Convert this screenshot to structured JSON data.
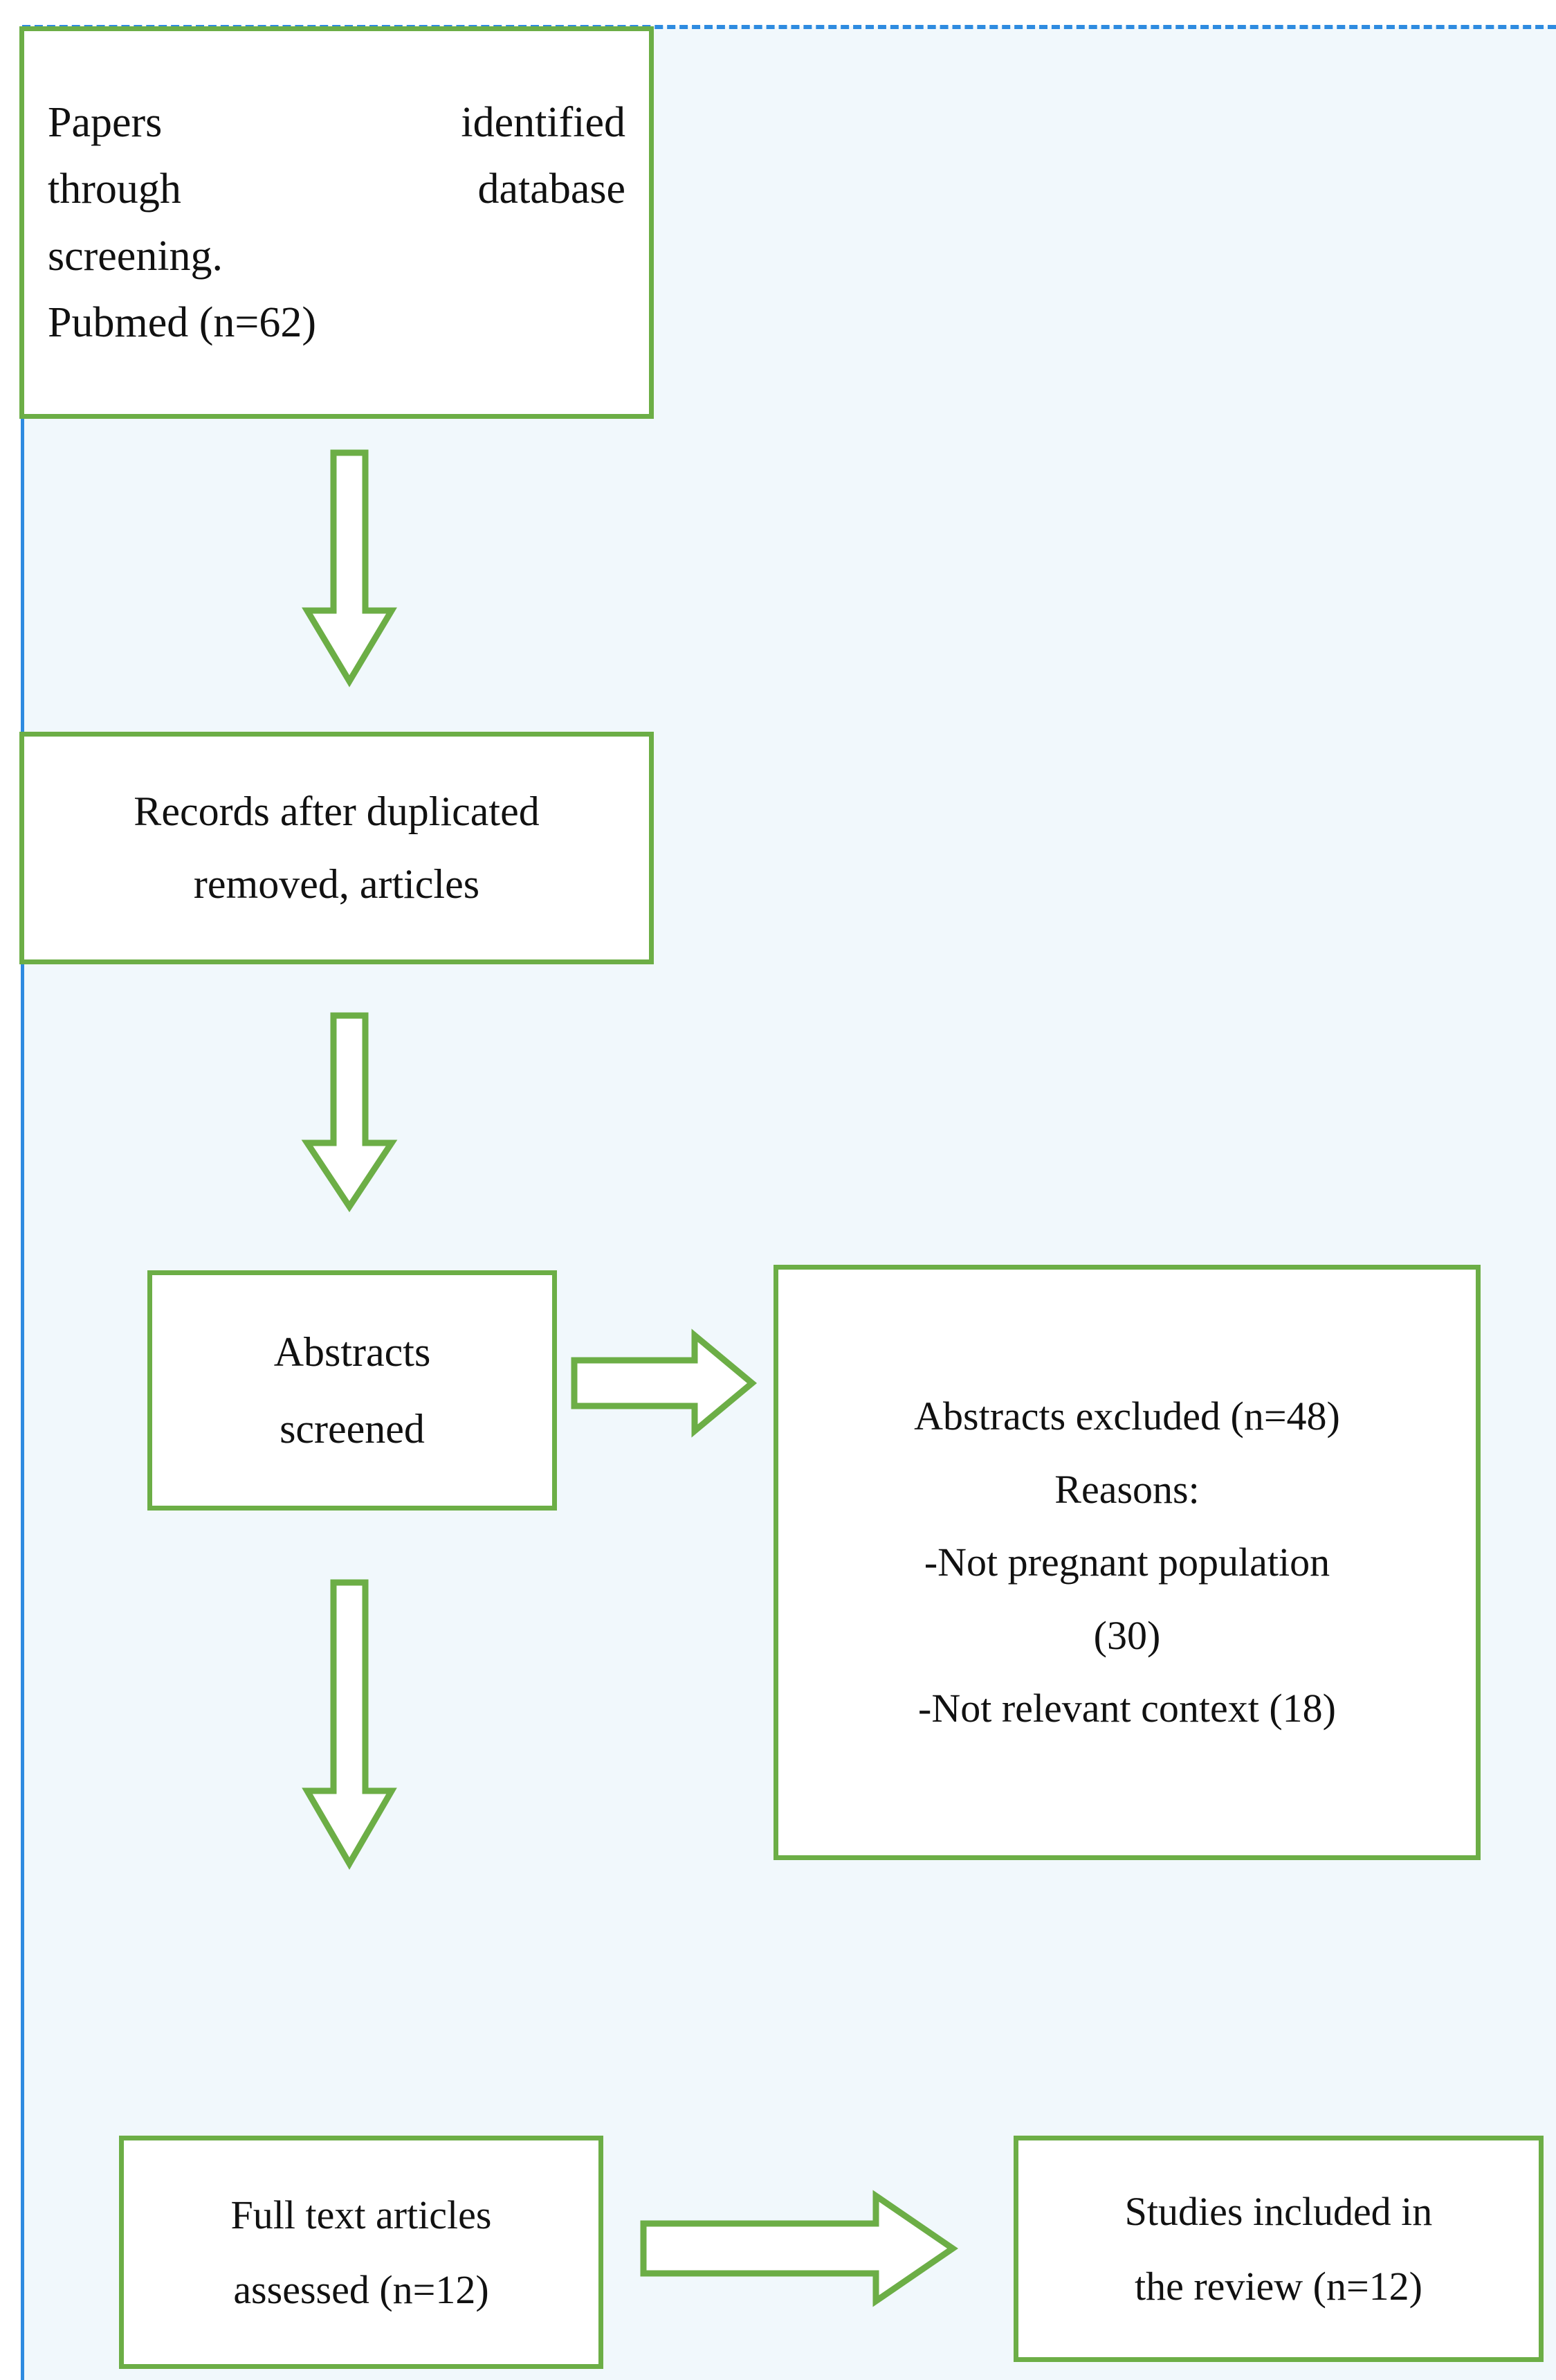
{
  "diagram": {
    "title": "PRISMA study selection flow diagram",
    "colors": {
      "box_border": "#6CAE46",
      "box_fill": "#FFFFFF",
      "arrow_stroke": "#6CAE46",
      "arrow_fill": "#FFFFFF",
      "page_background": "#F1F8FC",
      "margin_rule": "#2E8BE0",
      "text": "#111111"
    },
    "nodes": {
      "identified": {
        "name": "papers-identified-box",
        "lines": [
          "Papers identified",
          "through database",
          "screening.",
          "Pubmed (n=62)"
        ],
        "count": "n=62",
        "source": "Pubmed"
      },
      "dedup": {
        "name": "records-after-duplicates-box",
        "lines": [
          "Records after duplicated",
          "removed, articles"
        ]
      },
      "screened": {
        "name": "abstracts-screened-box",
        "lines": [
          "Abstracts",
          "screened"
        ]
      },
      "excluded": {
        "name": "abstracts-excluded-box",
        "lines": [
          "Abstracts excluded (n=48)",
          "Reasons:",
          "-Not pregnant population",
          "(30)",
          "-Not relevant context (18)"
        ],
        "count": "n=48",
        "reasons": [
          {
            "label": "-Not pregnant population",
            "value": "(30)"
          },
          {
            "label": "-Not relevant context",
            "value": "(18)"
          }
        ]
      },
      "fulltext": {
        "name": "full-text-assessed-box",
        "lines": [
          "Full text articles",
          "assessed (n=12)"
        ],
        "count": "n=12"
      },
      "included": {
        "name": "studies-included-box",
        "lines": [
          "Studies included in",
          "the review (n=12)"
        ],
        "count": "n=12"
      }
    },
    "arrows": [
      {
        "name": "arrow-identified-to-dedup",
        "direction": "down",
        "from": "identified",
        "to": "dedup"
      },
      {
        "name": "arrow-dedup-to-screened",
        "direction": "down",
        "from": "dedup",
        "to": "screened"
      },
      {
        "name": "arrow-screened-to-excluded",
        "direction": "right",
        "from": "screened",
        "to": "excluded"
      },
      {
        "name": "arrow-screened-to-fulltext",
        "direction": "down",
        "from": "screened",
        "to": "fulltext"
      },
      {
        "name": "arrow-fulltext-to-included",
        "direction": "right",
        "from": "fulltext",
        "to": "included"
      }
    ]
  }
}
